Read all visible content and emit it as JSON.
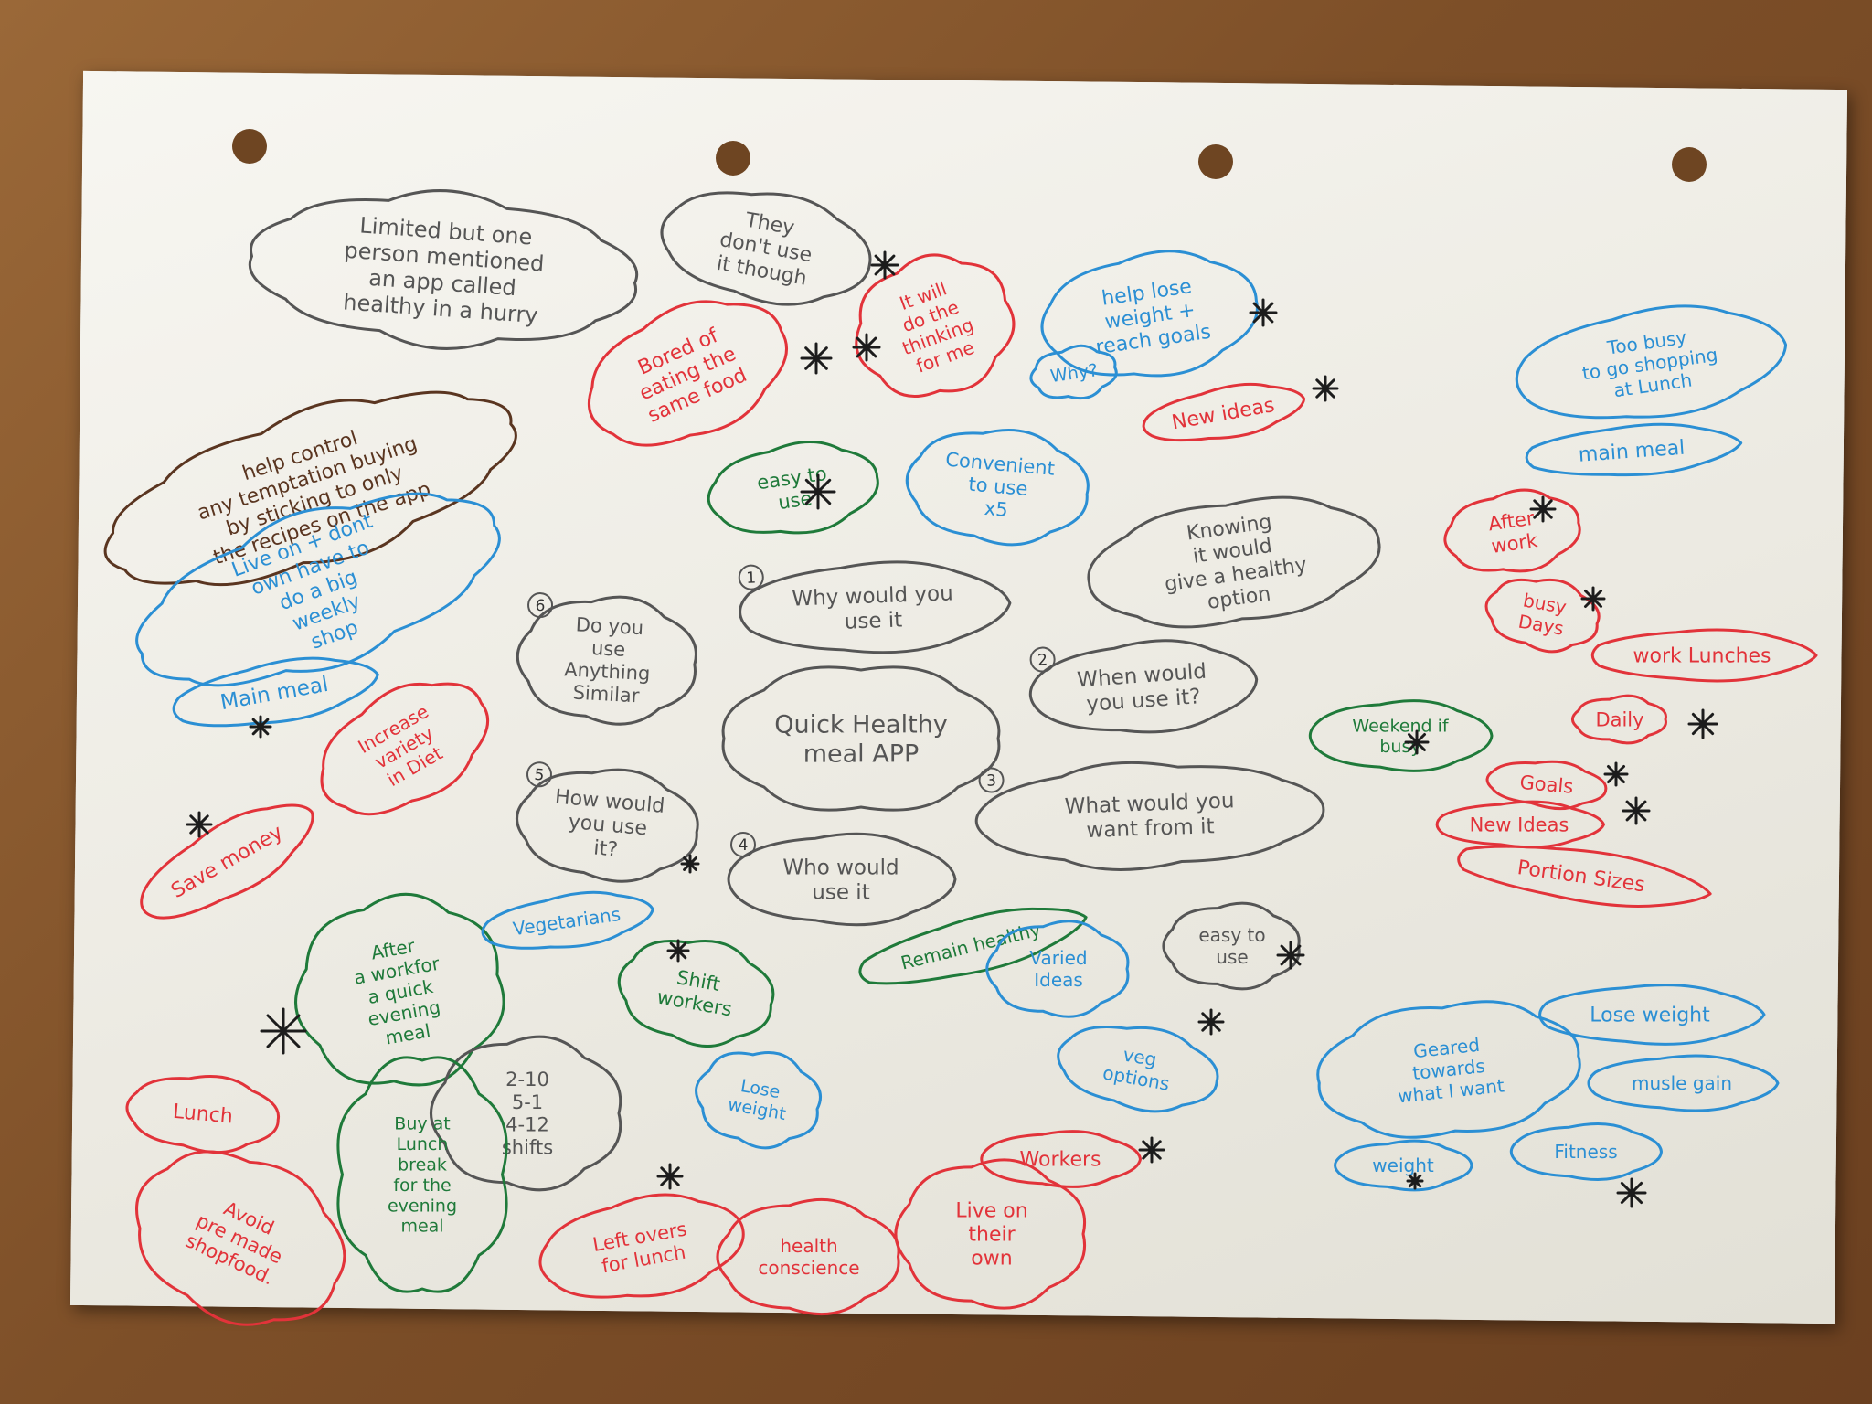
{
  "colors": {
    "black": "#2a2a2a",
    "red": "#e2333a",
    "blue": "#2b8fd4",
    "green": "#1f7a3a",
    "grey": "#555555",
    "brown": "#5a3520"
  },
  "center": {
    "lines": [
      "Quick Healthy",
      "meal APP"
    ]
  },
  "questions": [
    {
      "num": "1",
      "lines": [
        "Why would you",
        "use it"
      ]
    },
    {
      "num": "2",
      "lines": [
        "When would",
        "you use it?"
      ]
    },
    {
      "num": "3",
      "lines": [
        "What would you",
        "want from it"
      ]
    },
    {
      "num": "4",
      "lines": [
        "Who would",
        "use it"
      ]
    },
    {
      "num": "5",
      "lines": [
        "How would",
        "you use",
        "it?"
      ]
    },
    {
      "num": "6",
      "lines": [
        "Do you",
        "use",
        "Anything",
        "Similar"
      ]
    }
  ],
  "notes": [
    {
      "lines": [
        "Limited but one",
        "person mentioned",
        "an app called",
        "healthy in a hurry"
      ]
    },
    {
      "lines": [
        "They",
        "don't use",
        "it though"
      ]
    },
    {
      "lines": [
        "It will",
        "do the",
        "thinking",
        "for me"
      ]
    },
    {
      "lines": [
        "help lose",
        "weight +",
        "reach goals"
      ]
    },
    {
      "lines": [
        "Why?"
      ]
    },
    {
      "lines": [
        "New ideas"
      ]
    },
    {
      "lines": [
        "Bored of",
        "eating the",
        "same food"
      ]
    },
    {
      "lines": [
        "help control",
        "any temptation buying",
        "by sticking to only",
        "the recipes on the app"
      ]
    },
    {
      "lines": [
        "Live on + dont",
        "own have to",
        "do a big",
        "weekly",
        "shop"
      ]
    },
    {
      "lines": [
        "Main meal"
      ]
    },
    {
      "lines": [
        "easy to",
        "use"
      ]
    },
    {
      "lines": [
        "Convenient",
        "to use",
        "x5"
      ]
    },
    {
      "lines": [
        "Knowing",
        "it would",
        "give a healthy",
        "option"
      ]
    },
    {
      "lines": [
        "Too busy",
        "to go shopping",
        "at Lunch"
      ]
    },
    {
      "lines": [
        "main meal"
      ]
    },
    {
      "lines": [
        "After",
        "work"
      ]
    },
    {
      "lines": [
        "busy",
        "Days"
      ]
    },
    {
      "lines": [
        "work Lunches"
      ]
    },
    {
      "lines": [
        "Daily"
      ]
    },
    {
      "lines": [
        "Weekend if",
        "busy"
      ]
    },
    {
      "lines": [
        "Goals"
      ]
    },
    {
      "lines": [
        "New Ideas"
      ]
    },
    {
      "lines": [
        "Portion Sizes"
      ]
    },
    {
      "lines": [
        "Increase",
        "variety",
        "in Diet"
      ]
    },
    {
      "lines": [
        "Save money"
      ]
    },
    {
      "lines": [
        "After",
        "a workfor",
        "a quick",
        "evening",
        "meal"
      ]
    },
    {
      "lines": [
        "Vegetarians"
      ]
    },
    {
      "lines": [
        "Shift",
        "workers"
      ]
    },
    {
      "lines": [
        "Remain healthy"
      ]
    },
    {
      "lines": [
        "Varied",
        "Ideas"
      ]
    },
    {
      "lines": [
        "easy to",
        "use"
      ]
    },
    {
      "lines": [
        "veg",
        "options"
      ]
    },
    {
      "lines": [
        "2-10",
        "5-1",
        "4-12",
        "shifts"
      ]
    },
    {
      "lines": [
        "Lose",
        "weight"
      ]
    },
    {
      "lines": [
        "Lunch"
      ]
    },
    {
      "lines": [
        "Buy at",
        "Lunch",
        "break",
        "for the",
        "evening",
        "meal"
      ]
    },
    {
      "lines": [
        "Avoid",
        "pre made",
        "shopfood."
      ]
    },
    {
      "lines": [
        "Left overs",
        "for lunch"
      ]
    },
    {
      "lines": [
        "health",
        "conscience"
      ]
    },
    {
      "lines": [
        "Live on",
        "their",
        "own"
      ]
    },
    {
      "lines": [
        "Workers"
      ]
    },
    {
      "lines": [
        "Lose weight"
      ]
    },
    {
      "lines": [
        "Geared",
        "towards",
        "what I want"
      ]
    },
    {
      "lines": [
        "musle gain"
      ]
    },
    {
      "lines": [
        "weight"
      ]
    },
    {
      "lines": [
        "Fitness"
      ]
    }
  ]
}
